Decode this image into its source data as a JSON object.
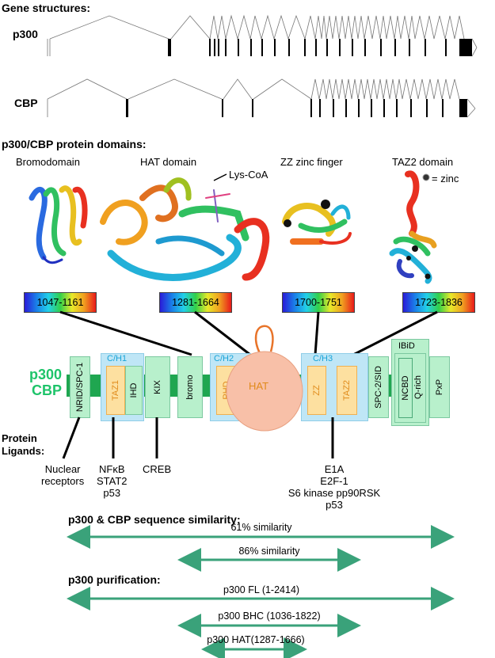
{
  "sections": {
    "gene": "Gene structures:",
    "protein": "p300/CBP protein domains:",
    "similarity": "p300 & CBP sequence similarity:",
    "purification": "p300 purification:"
  },
  "genes": [
    {
      "label": "p300"
    },
    {
      "label": "CBP"
    }
  ],
  "structures": {
    "bromo": {
      "title": "Bromodomain",
      "range": "1047-1161"
    },
    "hat": {
      "title": "HAT domain",
      "range": "1281-1664",
      "ligand": "Lys-CoA"
    },
    "zz": {
      "title": "ZZ zinc finger",
      "range": "1700-1751"
    },
    "taz2": {
      "title": "TAZ2 domain",
      "range": "1723-1836",
      "zinc_legend": "= zinc"
    }
  },
  "protein_label": {
    "line1": "p300",
    "line2": "CBP"
  },
  "domains": {
    "nrid": "NRID/SPC-1",
    "taz1": "TAZ1",
    "ihd": "IHD",
    "kix": "KIX",
    "bromo": "bromo",
    "phd": "PHD",
    "hat": "HAT",
    "zz": "ZZ",
    "taz2": "TAZ2",
    "spc2": "SPC-2/SID",
    "ibid": "IBiD",
    "ncbd": "NCBD",
    "qrich": "Q-rich",
    "pxp": "PxP",
    "ch1": "C/H1",
    "ch2": "C/H2",
    "ch3": "C/H3"
  },
  "ligands": {
    "heading": {
      "line1": "Protein",
      "line2": "Ligands:"
    },
    "nuclear": {
      "line1": "Nuclear",
      "line2": "receptors"
    },
    "taz1": {
      "line1": "NFκB",
      "line2": "STAT2",
      "line3": "p53"
    },
    "kix": {
      "line1": "CREB"
    },
    "taz2": {
      "line1": "E1A",
      "line2": "E2F-1",
      "line3": "S6 kinase pp90RSK",
      "line4": "p53"
    }
  },
  "similarity": [
    {
      "label": "61% similarity"
    },
    {
      "label": "86% similarity"
    }
  ],
  "purification": [
    {
      "label": "p300 FL (1-2414)"
    },
    {
      "label": "p300 BHC (1036-1822)"
    },
    {
      "label": "p300 HAT(1287-1666)"
    }
  ],
  "colors": {
    "arrow": "#3aa27a",
    "domain_green": "#b8f0cc",
    "backbone": "#1fa650",
    "ch_blue": "#bfe6f6",
    "hat_fill": "#f8c0a8",
    "label_green": "#1ec46a"
  }
}
